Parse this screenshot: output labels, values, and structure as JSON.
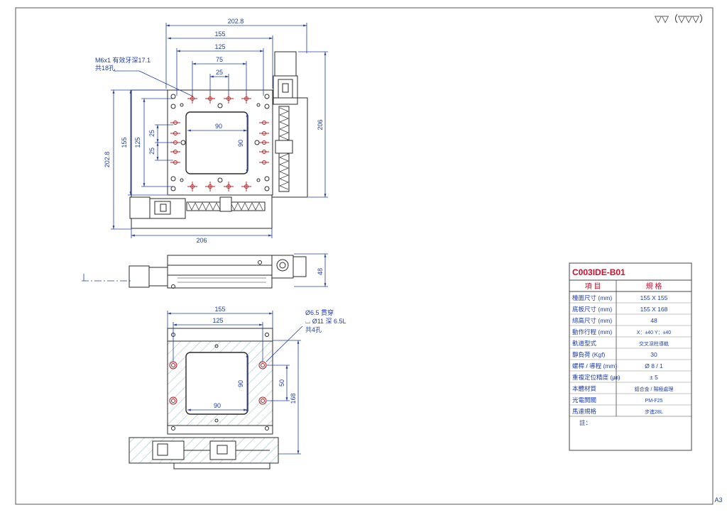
{
  "drawing": {
    "surface_symbol": "▽▽（▽▽▽）",
    "sheet_size": "A3",
    "top_view": {
      "dim_width_overall": "202.8",
      "dim_width_table": "155",
      "dim_hole_span_125": "125",
      "dim_hole_span_75": "75",
      "dim_hole_pitch_25": "25",
      "dim_opening_90_h": "90",
      "dim_opening_90_v": "90",
      "dim_height_overall": "202.8",
      "dim_height_table": "155",
      "dim_height_125": "125",
      "dim_pitch_25_a": "25",
      "dim_pitch_25_b": "25",
      "dim_right_206": "206",
      "dim_bottom_206": "206",
      "note_line1": "M6x1 有效牙深17.1",
      "note_line2": "共18孔"
    },
    "side_view": {
      "dim_height_48": "48"
    },
    "bottom_view": {
      "dim_width_155": "155",
      "dim_width_125": "125",
      "dim_opening_90_h": "90",
      "dim_opening_90_v": "90",
      "dim_50": "50",
      "dim_168": "168",
      "note_line1": "Ø6.5 貫穿",
      "note_line2": "⌴ Ø11 深 6.5L",
      "note_line3": "共4孔"
    }
  },
  "spec_table": {
    "title": "C003IDE-B01",
    "header_item": "項 目",
    "header_spec": "規 格",
    "rows": [
      {
        "item": "檯面尺寸 (mm)",
        "spec": "155 X 155"
      },
      {
        "item": "底板尺寸 (mm)",
        "spec": "155 X 168"
      },
      {
        "item": "總高尺寸 (mm)",
        "spec": "48"
      },
      {
        "item": "動作行程 (mm)",
        "spec": "X：±40 Y：±40"
      },
      {
        "item": "軌道型式",
        "spec": "交叉滾柱導軌"
      },
      {
        "item": "靜負荷 (Kgf)",
        "spec": "30"
      },
      {
        "item": "螺桿 / 導程 (mm)",
        "spec": "Ø 8 / 1"
      },
      {
        "item": "重複定位精度 (㎛)",
        "spec": "± 5"
      },
      {
        "item": "本體材質",
        "spec": "鋁合金 / 陽極處理"
      },
      {
        "item": "光電開關",
        "spec": "PM-F25"
      },
      {
        "item": "馬達規格",
        "spec": "步進28L"
      }
    ],
    "note_label": "註："
  },
  "colors": {
    "line": "#2a2a2a",
    "dim": "#1f3fa8",
    "red": "#c8102e",
    "hole": "#b02020",
    "hatch": "#9fc3c6"
  }
}
